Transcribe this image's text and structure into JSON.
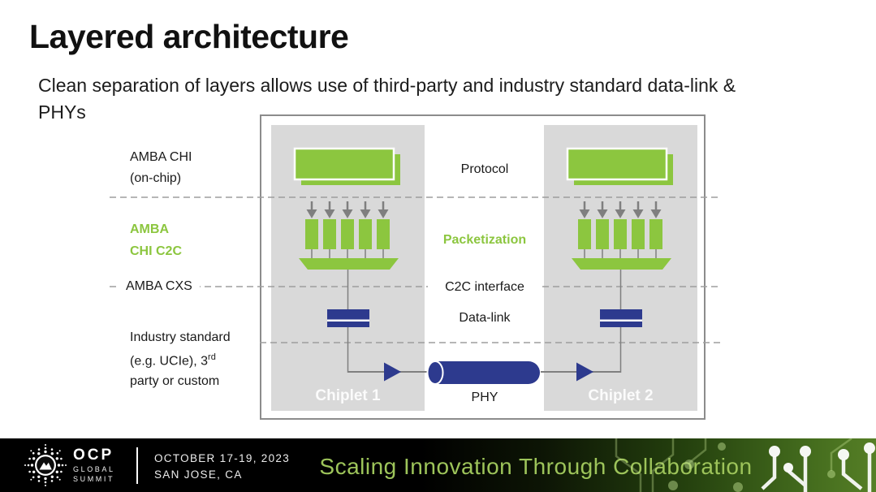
{
  "slide": {
    "title": "Layered architecture",
    "subtitle_line1": "Clean separation of layers allows use of third-party and industry standard data-link &",
    "subtitle_line2": "PHYs"
  },
  "diagram": {
    "left_labels": {
      "amba_chi_line1": "AMBA CHI",
      "amba_chi_line2": "(on-chip)",
      "amba_c2c_line1": "AMBA",
      "amba_c2c_line2": "CHI C2C",
      "amba_cxs": "AMBA CXS",
      "industry_line1": "Industry standard",
      "industry_line2": "(e.g. UCIe), 3",
      "industry_line2_sup": "rd",
      "industry_line3": "party or custom"
    },
    "layer_labels": {
      "protocol": "Protocol",
      "packetization": "Packetization",
      "c2c_interface": "C2C interface",
      "data_link": "Data-link",
      "phy": "PHY"
    },
    "chiplet1_label": "Chiplet 1",
    "chiplet2_label": "Chiplet 2",
    "colors": {
      "green": "#8cc63f",
      "navy": "#2d3a8e",
      "panel_gray": "#d9d9d9",
      "connector_gray": "#7f7f7f",
      "dashed_gray": "#9e9e9e"
    }
  },
  "footer": {
    "brand": "OCP",
    "brand_sub1": "GLOBAL",
    "brand_sub2": "SUMMIT",
    "date_line1": "OCTOBER 17-19, 2023",
    "date_line2": "SAN JOSE, CA",
    "tagline": "Scaling Innovation Through Collaboration",
    "tagline_color": "#9dc45a"
  }
}
